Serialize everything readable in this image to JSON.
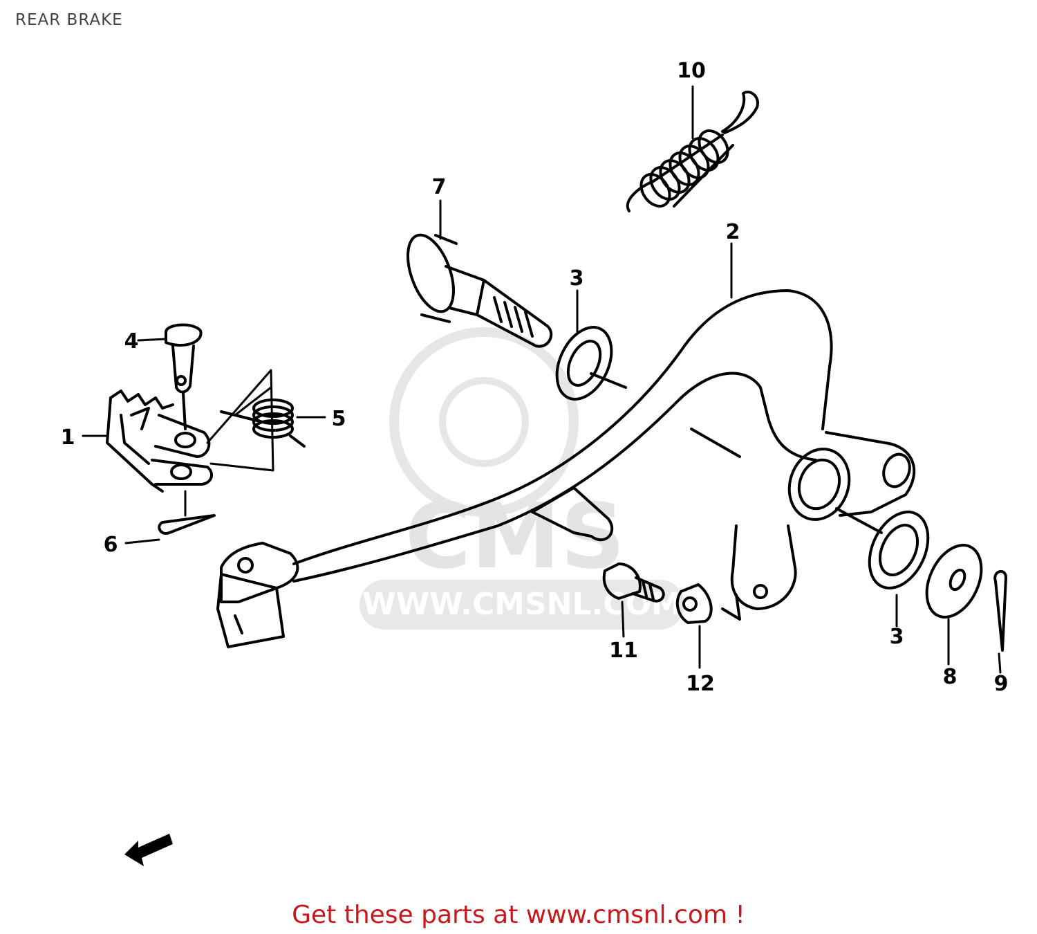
{
  "page": {
    "title": "REAR BRAKE",
    "footer_link": "Get these parts at www.cmsnl.com !",
    "watermark": {
      "brand": "CMS",
      "url": "WWW.CMSNL.COM"
    }
  },
  "callouts": {
    "footrest": "1",
    "brake_pedal": "2",
    "oil_seal_upper": "3",
    "oil_seal_lower": "3",
    "clevis_pin": "4",
    "footrest_spring": "5",
    "cotter_pin_footrest": "6",
    "pivot_shaft": "7",
    "washer": "8",
    "cotter_pin_pedal": "9",
    "return_spring": "10",
    "bolt": "11",
    "nut": "12"
  },
  "colors": {
    "line": "#000000",
    "footer": "#c8161b",
    "watermark": "#e4e4e4",
    "title": "#444444"
  }
}
